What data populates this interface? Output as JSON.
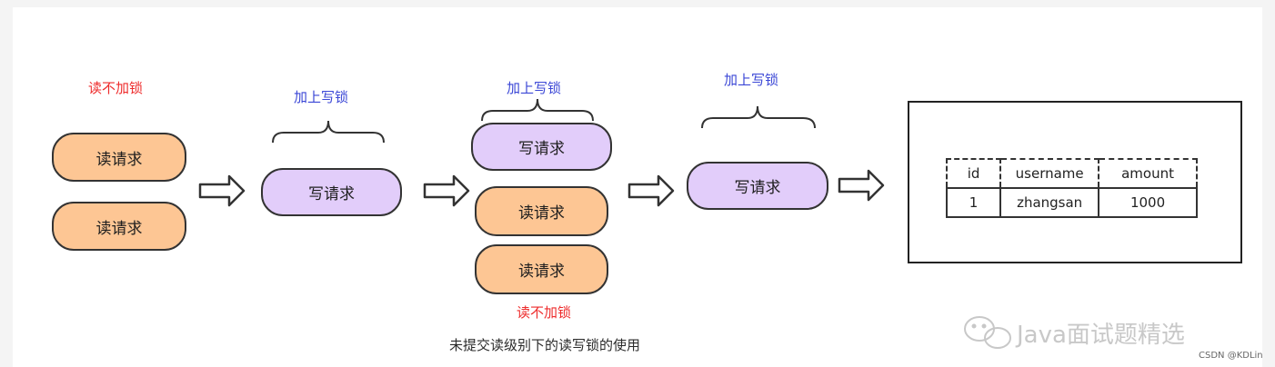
{
  "labels": {
    "no_lock": "读不加锁",
    "write_lock": "加上写锁",
    "read_request": "读请求",
    "write_request": "写请求"
  },
  "table": {
    "headers": [
      "id",
      "username",
      "amount"
    ],
    "rows": [
      [
        "1",
        "zhangsan",
        "1000"
      ]
    ]
  },
  "caption": "未提交读级别下的读写锁的使用",
  "watermark": "Java面试题精选",
  "credit": "CSDN @KDLin",
  "colors": {
    "read_fill": "#fdc694",
    "write_fill": "#e2cdfa",
    "red_label": "#ee2c2c",
    "blue_label": "#3b47d6"
  }
}
